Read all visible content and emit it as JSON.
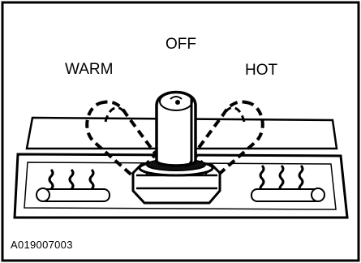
{
  "labels": {
    "off": "OFF",
    "warm": "WARM",
    "hot": "HOT"
  },
  "reference_code": "A019007003",
  "colors": {
    "line": "#000000",
    "background": "#ffffff",
    "lever_shadow": "#000000"
  },
  "switch_positions": [
    "WARM",
    "OFF",
    "HOT"
  ],
  "current_position": "OFF"
}
